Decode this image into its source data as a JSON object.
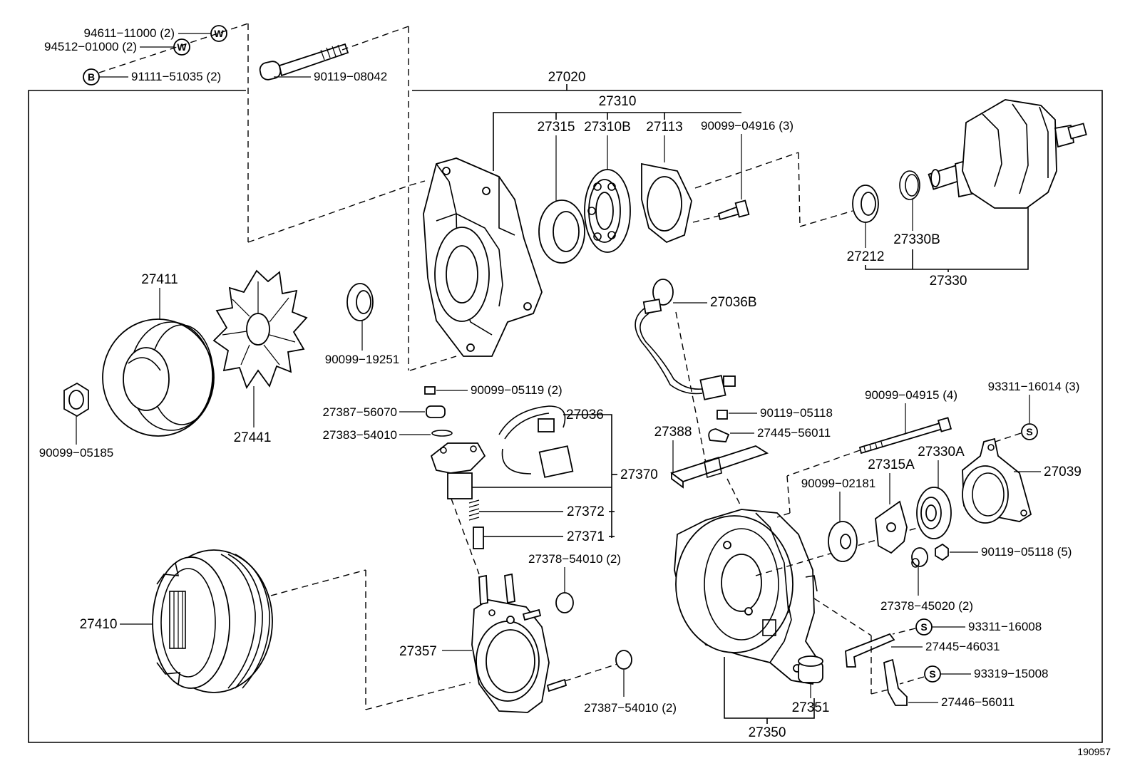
{
  "diagram_id": "190957",
  "assembly_label": "27020",
  "labels": {
    "p94611": "94611−11000 (2)",
    "p94512": "94512−01000 (2)",
    "p91111": "91111−51035 (2)",
    "p90119_08042": "90119−08042",
    "p27020": "27020",
    "p27310": "27310",
    "p27315": "27315",
    "p27310B": "27310B",
    "p27113": "27113",
    "p90099_04916": "90099−04916 (3)",
    "p27411": "27411",
    "p90099_19251": "90099−19251",
    "p27036B": "27036B",
    "p27212": "27212",
    "p27330B": "27330B",
    "p27330": "27330",
    "p90099_05185": "90099−05185",
    "p27441": "27441",
    "p90099_05119": "90099−05119 (2)",
    "p27387_56070": "27387−56070",
    "p27036": "27036",
    "p27383_54010": "27383−54010",
    "p90119_05118": "90119−05118",
    "p90099_04915": "90099−04915 (4)",
    "p93311_16014": "93311−16014 (3)",
    "p27388": "27388",
    "p27445_56011": "27445−56011",
    "p27370": "27370",
    "p27315A": "27315A",
    "p27330A": "27330A",
    "p27039": "27039",
    "p90099_02181": "90099−02181",
    "p27372": "27372",
    "p27371": "27371",
    "p27378_54010": "27378−54010 (2)",
    "p90119_05118_5": "90119−05118 (5)",
    "p27378_45020": "27378−45020 (2)",
    "p27410": "27410",
    "p93311_16008": "93311−16008",
    "p27357": "27357",
    "p27445_46031": "27445−46031",
    "p93319_15008": "93319−15008",
    "p27387_54010": "27387−54010 (2)",
    "p27351": "27351",
    "p27446_56011": "27446−56011",
    "p27350": "27350"
  },
  "symbols": {
    "washer": "W",
    "bolt": "B",
    "special": "S"
  }
}
